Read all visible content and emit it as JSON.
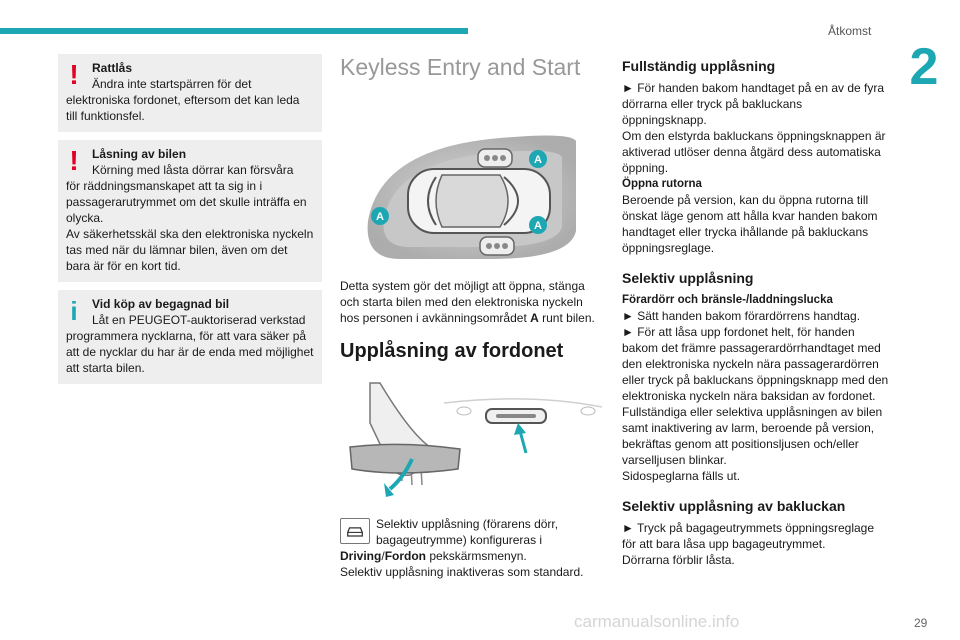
{
  "header": {
    "section": "Åtkomst",
    "chapter": "2",
    "page": "29"
  },
  "watermark": "carmanualsonline.info",
  "column1": {
    "notes": [
      {
        "type": "warning",
        "title": "Rattlås",
        "first_line": "Ändra inte startspärren för det",
        "rest": "elektroniska fordonet, eftersom det kan leda till funktionsfel."
      },
      {
        "type": "warning",
        "title": "Låsning av bilen",
        "first_line": "Körning med låsta dörrar kan försvåra",
        "rest": "för räddningsmanskapet att ta sig in i passagerarutrymmet om det skulle inträffa en olycka.",
        "extra": "Av säkerhetsskäl ska den elektroniska nyckeln tas med när du lämnar bilen, även om det bara är för en kort tid."
      },
      {
        "type": "info",
        "title": "Vid köp av begagnad bil",
        "first_line": "Låt en PEUGEOT-auktoriserad verkstad",
        "rest": "programmera nycklarna, för att vara säker på att de nycklar du har är de enda med möjlighet att starta bilen."
      }
    ]
  },
  "column2": {
    "title": "Keyless Entry and Start",
    "diagram_label": "A",
    "intro_a": "Detta system gör det möjligt att öppna, stänga och starta bilen med den elektroniska nyckeln hos personen i avkänningsområdet ",
    "intro_bold": "A",
    "intro_b": " runt bilen.",
    "unlock_title": "Upplåsning av fordonet",
    "config_text_a": "Selektiv upplåsning (förarens dörr, bagageutrymme) konfigureras i",
    "config_bold": "Driving",
    "config_sep": "/",
    "config_bold2": "Fordon",
    "config_text_b": " pekskärmsmenyn.",
    "config_text_c": "Selektiv upplåsning inaktiveras som standard."
  },
  "column3": {
    "full_title": "Fullständig upplåsning",
    "full_p1": "► För handen bakom handtaget på en av de fyra dörrarna eller tryck på bakluckans öppningsknapp.",
    "full_p2": "Om den elstyrda bakluckans öppningsknappen är aktiverad utlöser denna åtgärd dess automatiska öppning.",
    "windows_title": "Öppna rutorna",
    "windows_p": "Beroende på version, kan du öppna rutorna till önskat läge genom att hålla kvar handen bakom handtaget eller trycka ihållande på bakluckans öppningsreglage.",
    "selective_title": "Selektiv upplåsning",
    "selective_sub": "Förardörr och bränsle-/laddningslucka",
    "selective_p1": "► Sätt handen bakom förardörrens handtag.",
    "selective_p2": "► För att låsa upp fordonet helt, för handen bakom det främre passagerardörrhandtaget med den elektroniska nyckeln nära passagerardörren eller tryck på bakluckans öppningsknapp med den elektroniska nyckeln nära baksidan av fordonet.",
    "selective_p3": "Fullständiga eller selektiva upplåsningen av bilen samt inaktivering av larm, beroende på version, bekräftas genom att positionsljusen och/eller varselljusen blinkar.",
    "selective_p4": "Sidospeglarna fälls ut.",
    "boot_title": "Selektiv upplåsning av bakluckan",
    "boot_p1": "► Tryck på bagageutrymmets öppningsreglage för att bara låsa upp bagageutrymmet.",
    "boot_p2": "Dörrarna förblir låsta."
  },
  "colors": {
    "accent": "#1da7b3",
    "warning": "#e00025",
    "note_bg": "#eeeeee"
  }
}
